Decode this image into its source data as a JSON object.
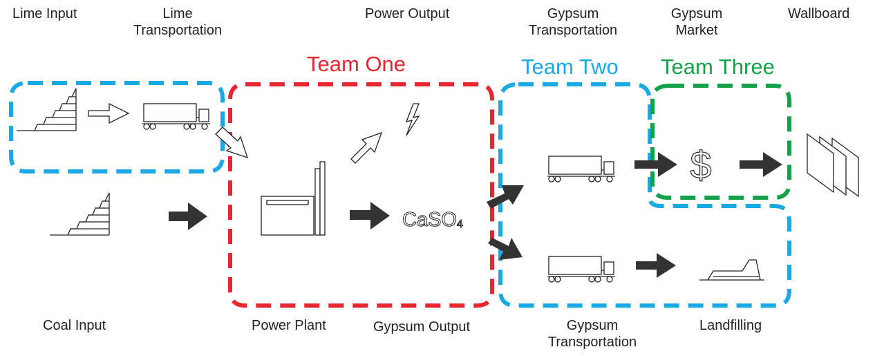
{
  "labels": {
    "lime_input": "Lime Input",
    "lime_transport_1": "Lime",
    "lime_transport_2": "Transportation",
    "power_output": "Power Output",
    "gypsum_transport_top_1": "Gypsum",
    "gypsum_transport_top_2": "Transportation",
    "gypsum_market_1": "Gypsum",
    "gypsum_market_2": "Market",
    "wallboard": "Wallboard",
    "coal_input": "Coal Input",
    "power_plant": "Power Plant",
    "gypsum_output": "Gypsum Output",
    "gypsum_transport_bottom_1": "Gypsum",
    "gypsum_transport_bottom_2": "Transportation",
    "landfilling": "Landfilling"
  },
  "teams": {
    "one": "Team One",
    "two": "Team Two",
    "three": "Team Three"
  },
  "product": {
    "formula": "CaSO",
    "subscript": "4"
  },
  "market_symbol": "$",
  "colors": {
    "team_one": "#e8262f",
    "team_two": "#1aa9e3",
    "team_three": "#15a14a",
    "arrow": "#333333"
  },
  "icons": [
    "stairs-icon",
    "truck-icon",
    "lightning-icon",
    "power-plant-icon",
    "landfill-icon",
    "wallboard-icon",
    "arrow-icon"
  ]
}
